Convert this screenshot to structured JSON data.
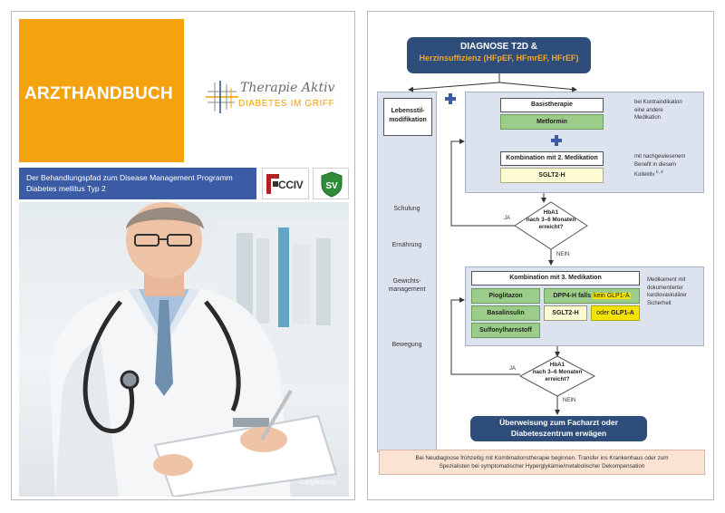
{
  "left_page": {
    "title": "ARZTHANDBUCH",
    "logo": {
      "script": "Therapie Aktiv",
      "sub": "DIABETES IM GRIFF"
    },
    "band_line1": "Der Behandlungspfad zum Disease Management Programm",
    "band_line2": "Diabetes mellitus Typ 2",
    "partner_logo_1": "CCIV",
    "partner_logo_2": "SV",
    "photo_caption": "Langfassung",
    "colors": {
      "orange": "#f4a20e",
      "blue_band": "#3b5ba5"
    }
  },
  "right_page": {
    "diagnosis_line1": "DIAGNOSE T2D &",
    "diagnosis_line2_a": "Herzinsuffizienz",
    "diagnosis_line2_b": "(HFpEF, HFmrEF, HFrEF)",
    "lifestyle": {
      "title_line1": "Lebensstil-",
      "title_line2": "modifikation",
      "items": [
        "Schulung",
        "Ernährung",
        "Gewichts-",
        "management",
        "Bewegung"
      ]
    },
    "step1": {
      "title": "Basistherapie",
      "drug": "Metformin",
      "note_line1": "bei Kontraindikation",
      "note_line2": "eine andere",
      "note_line3": "Medikation"
    },
    "step2": {
      "title": "Kombination mit 2. Medikation",
      "drug": "SGLT2-H",
      "note_line1": "mit nachgewiesenem",
      "note_line2": "Benefit in diesem",
      "note_line3": "Kollektiv",
      "note_sup": "b, d"
    },
    "decision1": {
      "line1": "HbA1",
      "line2": "nach 3–6 Monaten",
      "line3": "erreicht?",
      "yes": "JA",
      "no": "NEIN"
    },
    "step3": {
      "title": "Kombination mit 3. Medikation",
      "drug_pioglitazon": "Pioglitazon",
      "drug_dpp4": "DPP4-H falls",
      "drug_dpp4_b": "kein GLP1-A",
      "drug_basal": "Basalinsulin",
      "drug_sglt2": "SGLT2-H",
      "drug_glp1_a": "oder",
      "drug_glp1_b": "GLP1-A",
      "drug_sulfo": "Sulfonylharnstoff",
      "note_line1": "Medikament mit",
      "note_line2": "dokumentierter",
      "note_line3": "kardiovaskulärer",
      "note_line4": "Sicherheit"
    },
    "decision2": {
      "line1": "HbA1",
      "line2": "nach 3–6 Monaten",
      "line3": "erreicht?",
      "yes": "JA",
      "no": "NEIN"
    },
    "referral_line1": "Überweisung zum Facharzt oder",
    "referral_line2": "Diabeteszentrum erwägen",
    "footer_line1": "Bei Neudiagnose frühzeitig mit Kombinationstherapie beginnen. Transfer ins Krankenhaus oder zum",
    "footer_line2": "Spezialisten bei symptomatischer Hyperglykämie/metabolischer Dekompensation",
    "colors": {
      "navy": "#2e4d7b",
      "accent_orange": "#f5a623",
      "panel": "#dde2ef",
      "green": "#9ccd88",
      "yellow": "#f4e200",
      "light_yellow": "#fdfbd4",
      "footer": "#fbe3d4"
    }
  }
}
